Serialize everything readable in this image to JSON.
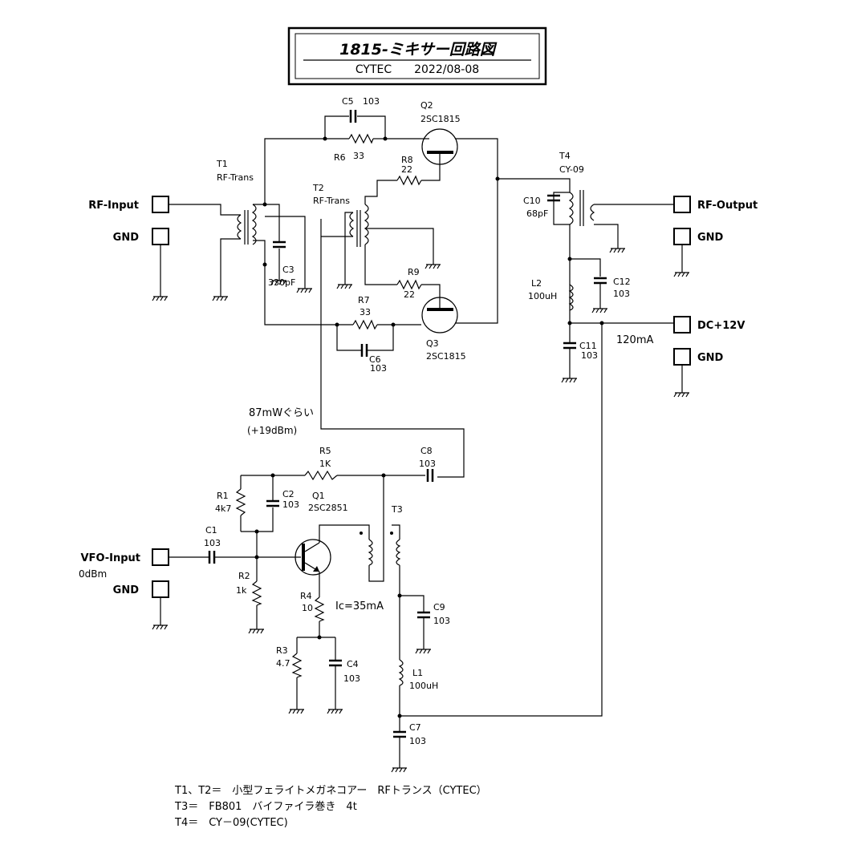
{
  "title": "1815-ミキサー回路図",
  "subtitle": "CYTEC　　2022/08-08",
  "ports": {
    "rf_input": "RF-Input",
    "rf_input_gnd": "GND",
    "rf_output": "RF-Output",
    "rf_output_gnd": "GND",
    "dc": "DC+12V",
    "dc_gnd": "GND",
    "vfo_input": "VFO-Input",
    "vfo_level": "0dBm",
    "vfo_gnd": "GND"
  },
  "components": {
    "c5": {
      "ref": "C5",
      "value": "103"
    },
    "q2": {
      "ref": "Q2",
      "value": "2SC1815"
    },
    "r6": {
      "ref": "R6",
      "value": "33"
    },
    "t1": {
      "ref": "T1",
      "value": "RF-Trans"
    },
    "r8": {
      "ref": "R8",
      "value": "22"
    },
    "t2": {
      "ref": "T2",
      "value": "RF-Trans"
    },
    "t4": {
      "ref": "T4",
      "value": "CY-09"
    },
    "c10": {
      "ref": "C10",
      "value": "68pF"
    },
    "c3": {
      "ref": "C3",
      "value": "330pF"
    },
    "r9": {
      "ref": "R9",
      "value": "22"
    },
    "l2": {
      "ref": "L2",
      "value": "100uH"
    },
    "c12": {
      "ref": "C12",
      "value": "103"
    },
    "r7": {
      "ref": "R7",
      "value": "33"
    },
    "q3": {
      "ref": "Q3",
      "value": "2SC1815"
    },
    "c6": {
      "ref": "C6",
      "value": "103"
    },
    "c11": {
      "ref": "C11",
      "value": "103"
    },
    "r5": {
      "ref": "R5",
      "value": "1K"
    },
    "c8": {
      "ref": "C8",
      "value": "103"
    },
    "r1": {
      "ref": "R1",
      "value": "4k7"
    },
    "c2": {
      "ref": "C2",
      "value": "103"
    },
    "q1": {
      "ref": "Q1",
      "value": "2SC2851"
    },
    "t3": {
      "ref": "T3",
      "value": ""
    },
    "c1": {
      "ref": "C1",
      "value": "103"
    },
    "r2": {
      "ref": "R2",
      "value": "1k"
    },
    "r4": {
      "ref": "R4",
      "value": "10"
    },
    "c9": {
      "ref": "C9",
      "value": "103"
    },
    "r3": {
      "ref": "R3",
      "value": "4.7"
    },
    "c4": {
      "ref": "C4",
      "value": "103"
    },
    "l1": {
      "ref": "L1",
      "value": "100uH"
    },
    "c7": {
      "ref": "C7",
      "value": "103"
    }
  },
  "annotations": {
    "current_total": "120mA",
    "lo_power": "87mWぐらい",
    "lo_power_dbm": "(+19dBm)",
    "ic": "Ic=35mA"
  },
  "notes": [
    "T1、T2＝　小型フェライトメガネコアー　RFトランス（CYTEC）",
    "T3＝　FB801　バイファイラ巻き　4t",
    "T4＝　CY－09(CYTEC)"
  ]
}
